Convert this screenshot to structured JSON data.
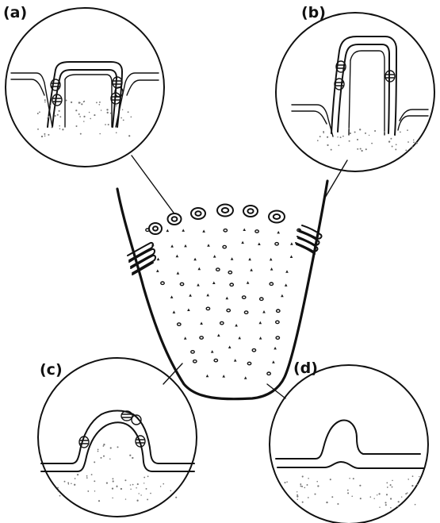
{
  "figure": {
    "panels": [
      {
        "id": "a",
        "label": "(a)"
      },
      {
        "id": "b",
        "label": "(b)"
      },
      {
        "id": "c",
        "label": "(c)"
      },
      {
        "id": "d",
        "label": "(d)"
      }
    ]
  },
  "colors": {
    "ink": "#111111",
    "background": "#ffffff"
  }
}
